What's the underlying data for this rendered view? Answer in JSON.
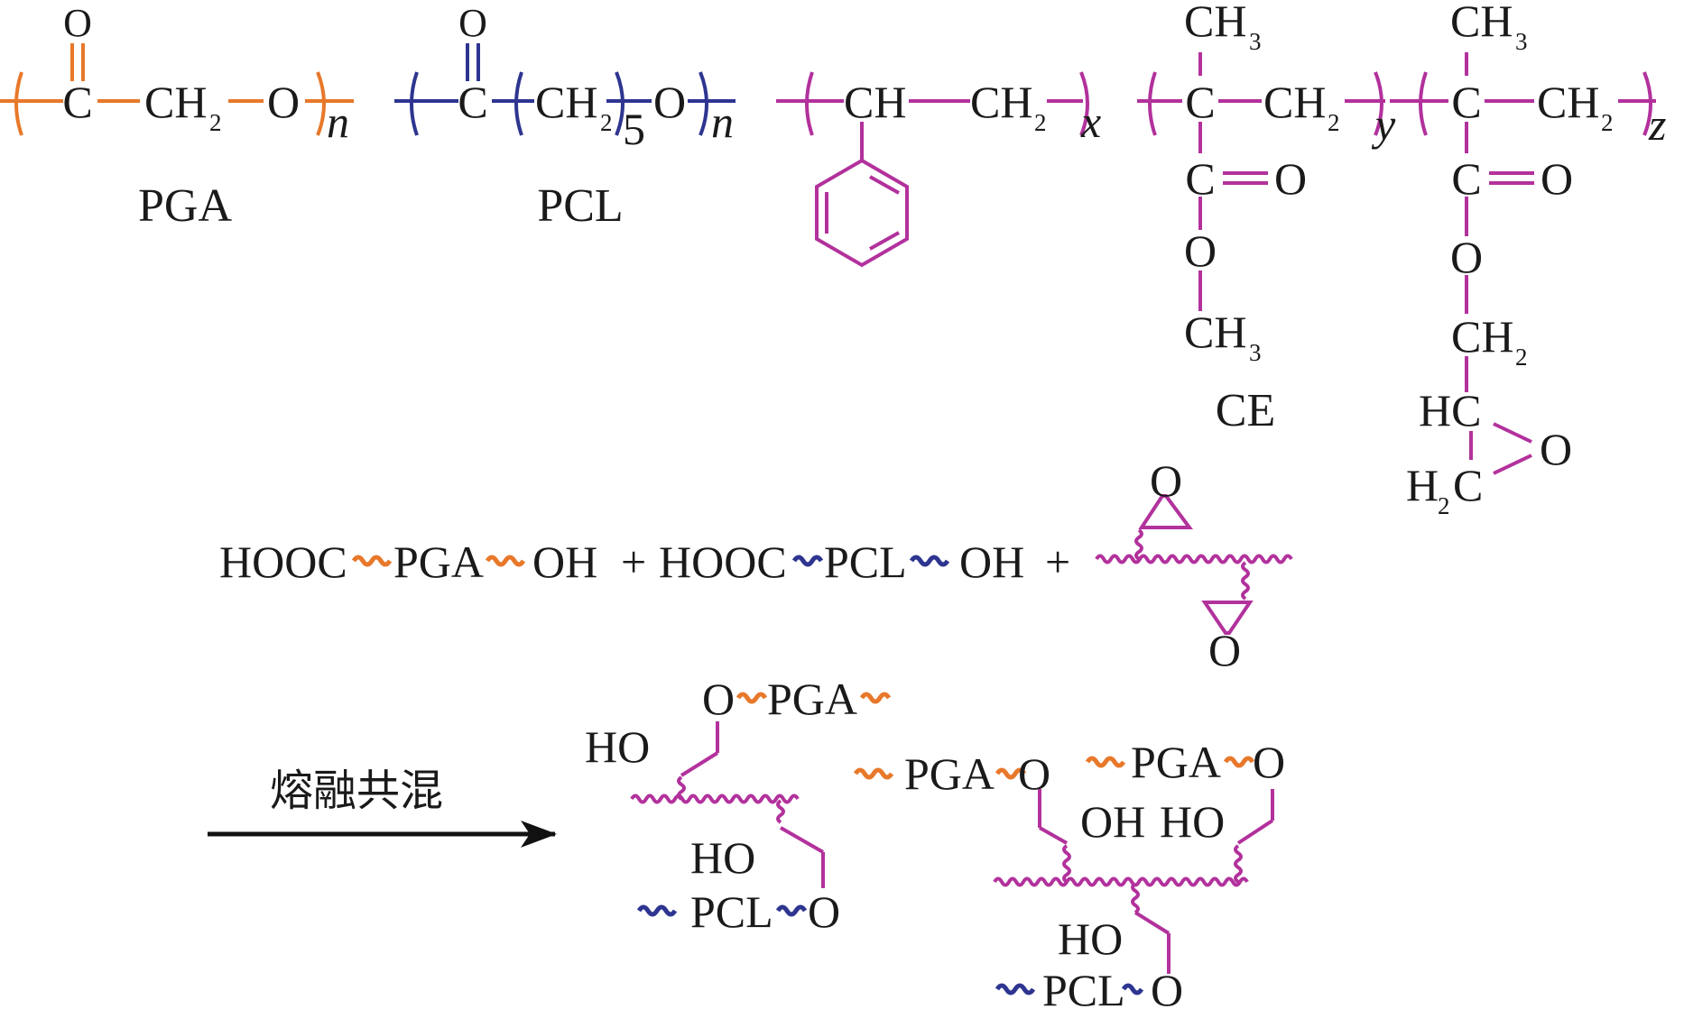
{
  "colors": {
    "pga": "#e8782a",
    "pcl": "#2e3590",
    "ce": "#b2319c",
    "text": "#1a1a1a",
    "arrow": "#111111"
  },
  "structures": {
    "pga": {
      "name": "PGA",
      "o_top": "O",
      "c": "C",
      "ch": "CH",
      "sub_2": "2",
      "o": "O",
      "n": "n"
    },
    "pcl": {
      "name": "PCL",
      "o_top": "O",
      "c": "C",
      "ch": "CH",
      "sub_2": "2",
      "sub_5": "5",
      "o": "O",
      "n": "n"
    },
    "ce": {
      "name": "CE",
      "ch": "CH",
      "ch2": "CH",
      "sub_2": "2",
      "x": "x",
      "y": "y",
      "z": "z",
      "ch3_label": "CH",
      "sub_3": "3",
      "c": "C",
      "o": "O",
      "hc": "HC",
      "h2c_h": "H",
      "h2c_c": "C",
      "epoxy_o": "O"
    }
  },
  "reaction": {
    "hooc": "HOOC",
    "pga": "PGA",
    "pcl": "PCL",
    "oh": "OH",
    "plus": "+",
    "epoxy_o": "O",
    "condition": "熔融共混"
  },
  "products": {
    "o": "O",
    "pga": "PGA",
    "pcl": "PCL",
    "ho": "HO",
    "oh": "OH"
  }
}
